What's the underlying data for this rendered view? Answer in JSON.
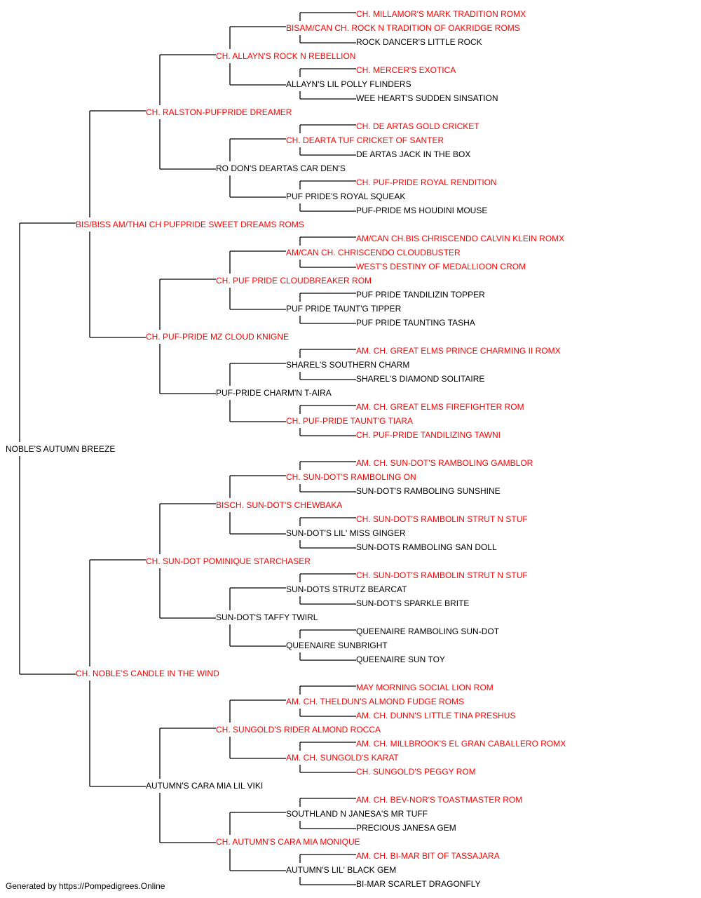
{
  "colors": {
    "champion": "#ff0000",
    "normal": "#000000",
    "line": "#000000"
  },
  "footer": "Generated by https://Pompedigrees.Online",
  "pedigree": {
    "name": "NOBLE'S AUTUMN BREEZE",
    "champion": false,
    "sire": {
      "name": "BIS/BISS AM/THAI CH PUFPRIDE SWEET DREAMS ROMS",
      "champion": true,
      "sire": {
        "name": "CH. RALSTON-PUFPRIDE DREAMER",
        "champion": true,
        "sire": {
          "name": "CH. ALLAYN'S ROCK N REBELLION",
          "champion": true,
          "sire": {
            "name": "BISAM/CAN CH. ROCK N TRADITION OF OAKRIDGE ROMS",
            "champion": true,
            "sire": {
              "name": "CH. MILLAMOR'S MARK TRADITION ROMX",
              "champion": true
            },
            "dam": {
              "name": "ROCK DANCER'S LITTLE ROCK",
              "champion": false
            }
          },
          "dam": {
            "name": "ALLAYN'S LIL POLLY FLINDERS",
            "champion": false,
            "sire": {
              "name": "CH. MERCER'S EXOTICA",
              "champion": true
            },
            "dam": {
              "name": "WEE HEART'S SUDDEN SINSATION",
              "champion": false
            }
          }
        },
        "dam": {
          "name": "RO DON'S DEARTAS CAR DEN'S",
          "champion": false,
          "sire": {
            "name": "CH. DEARTA TUF CRICKET OF SANTER",
            "champion": true,
            "sire": {
              "name": "CH. DE ARTAS GOLD CRICKET",
              "champion": true
            },
            "dam": {
              "name": "DE ARTAS JACK IN THE BOX",
              "champion": false
            }
          },
          "dam": {
            "name": "PUF PRIDE'S ROYAL SQUEAK",
            "champion": false,
            "sire": {
              "name": "CH. PUF-PRIDE ROYAL RENDITION",
              "champion": true
            },
            "dam": {
              "name": "PUF-PRIDE MS HOUDINI MOUSE",
              "champion": false
            }
          }
        }
      },
      "dam": {
        "name": "CH. PUF-PRIDE MZ CLOUD KNIGNE",
        "champion": true,
        "sire": {
          "name": "CH. PUF PRIDE CLOUDBREAKER ROM",
          "champion": true,
          "sire": {
            "name": "AM/CAN CH. CHRISCENDO CLOUDBUSTER",
            "champion": true,
            "sire": {
              "name": "AM/CAN CH.BIS CHRISCENDO CALVIN KLEIN ROMX",
              "champion": true
            },
            "dam": {
              "name": "WEST'S DESTINY OF MEDALLIOON CROM",
              "champion": true
            }
          },
          "dam": {
            "name": "PUF PRIDE TAUNT'G TIPPER",
            "champion": false,
            "sire": {
              "name": "PUF PRIDE TANDILIZIN TOPPER",
              "champion": false
            },
            "dam": {
              "name": "PUF PRIDE TAUNTING TASHA",
              "champion": false
            }
          }
        },
        "dam": {
          "name": "PUF-PRIDE CHARM'N T-AIRA",
          "champion": false,
          "sire": {
            "name": "SHAREL'S SOUTHERN CHARM",
            "champion": false,
            "sire": {
              "name": "AM. CH. GREAT ELMS PRINCE CHARMING II ROMX",
              "champion": true
            },
            "dam": {
              "name": "SHAREL'S DIAMOND SOLITAIRE",
              "champion": false
            }
          },
          "dam": {
            "name": "CH. PUF-PRIDE TAUNT'G TIARA",
            "champion": true,
            "sire": {
              "name": "AM. CH. GREAT ELMS FIREFIGHTER ROM",
              "champion": true
            },
            "dam": {
              "name": "CH. PUF-PRIDE TANDILIZING TAWNI",
              "champion": true
            }
          }
        }
      }
    },
    "dam": {
      "name": "CH. NOBLE'S CANDLE IN THE WIND",
      "champion": true,
      "sire": {
        "name": "CH. SUN-DOT POMINIQUE STARCHASER",
        "champion": true,
        "sire": {
          "name": "BISCH. SUN-DOT'S CHEWBAKA",
          "champion": true,
          "sire": {
            "name": "CH. SUN-DOT'S RAMBOLING ON",
            "champion": true,
            "sire": {
              "name": "AM. CH. SUN-DOT'S RAMBOLING GAMBLOR",
              "champion": true
            },
            "dam": {
              "name": "SUN-DOT'S RAMBOLING SUNSHINE",
              "champion": false
            }
          },
          "dam": {
            "name": "SUN-DOT'S LIL' MISS GINGER",
            "champion": false,
            "sire": {
              "name": "CH. SUN-DOT'S RAMBOLIN STRUT N STUF",
              "champion": true
            },
            "dam": {
              "name": "SUN-DOTS RAMBOLING SAN DOLL",
              "champion": false
            }
          }
        },
        "dam": {
          "name": "SUN-DOT'S TAFFY TWIRL",
          "champion": false,
          "sire": {
            "name": "SUN-DOTS STRUTZ BEARCAT",
            "champion": false,
            "sire": {
              "name": "CH. SUN-DOT'S RAMBOLIN STRUT N STUF",
              "champion": true
            },
            "dam": {
              "name": "SUN-DOT'S SPARKLE BRITE",
              "champion": false
            }
          },
          "dam": {
            "name": "QUEENAIRE SUNBRIGHT",
            "champion": false,
            "sire": {
              "name": "QUEENAIRE RAMBOLING SUN-DOT",
              "champion": false
            },
            "dam": {
              "name": "QUEENAIRE SUN TOY",
              "champion": false
            }
          }
        }
      },
      "dam": {
        "name": "AUTUMN'S CARA MIA LIL VIKI",
        "champion": false,
        "sire": {
          "name": "CH. SUNGOLD'S RIDER ALMOND ROCCA",
          "champion": true,
          "sire": {
            "name": "AM. CH. THELDUN'S ALMOND FUDGE ROMS",
            "champion": true,
            "sire": {
              "name": "MAY MORNING SOCIAL LION ROM",
              "champion": true
            },
            "dam": {
              "name": "AM. CH. DUNN'S LITTLE TINA PRESHUS",
              "champion": true
            }
          },
          "dam": {
            "name": "AM. CH. SUNGOLD'S KARAT",
            "champion": true,
            "sire": {
              "name": "AM. CH. MILLBROOK'S EL GRAN CABALLERO ROMX",
              "champion": true
            },
            "dam": {
              "name": "CH. SUNGOLD'S PEGGY ROM",
              "champion": true
            }
          }
        },
        "dam": {
          "name": "CH. AUTUMN'S CARA MIA MONIQUE",
          "champion": true,
          "sire": {
            "name": "SOUTHLAND N JANESA'S MR TUFF",
            "champion": false,
            "sire": {
              "name": "AM. CH. BEV-NOR'S TOASTMASTER ROM",
              "champion": true
            },
            "dam": {
              "name": "PRECIOUS JANESA GEM",
              "champion": false
            }
          },
          "dam": {
            "name": "AUTUMN'S LIL' BLACK GEM",
            "champion": false,
            "sire": {
              "name": "AM. CH. BI-MAR BIT OF TASSAJARA",
              "champion": true
            },
            "dam": {
              "name": "BI-MAR SCARLET DRAGONFLY",
              "champion": false
            }
          }
        }
      }
    }
  }
}
